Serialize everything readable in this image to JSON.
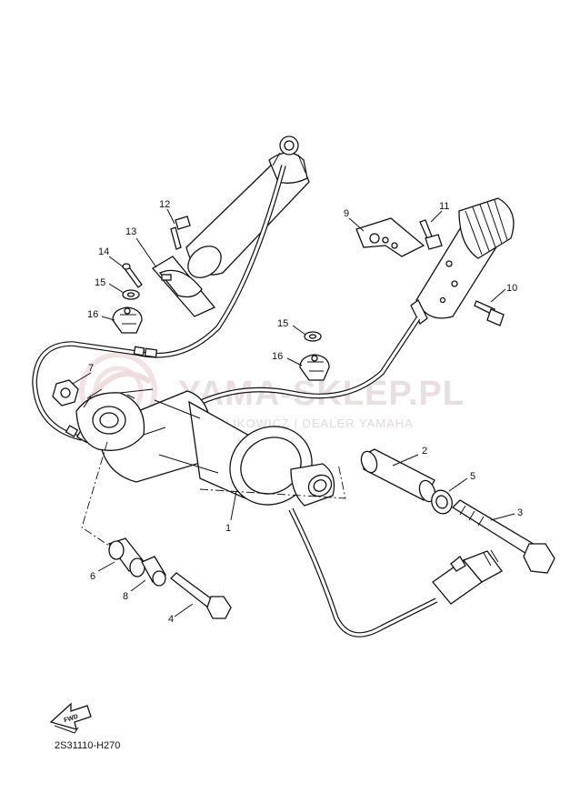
{
  "diagram": {
    "code": "2S31110-H270",
    "fwd_label": "FWD",
    "watermark": {
      "main": "YAMA-SKLEP.PL",
      "sub": "KULIKOWICZ | DEALER YAMAHA"
    },
    "callouts": [
      "1",
      "2",
      "3",
      "4",
      "5",
      "6",
      "7",
      "8",
      "9",
      "10",
      "11",
      "12",
      "13",
      "14",
      "15",
      "15",
      "16",
      "16"
    ]
  }
}
